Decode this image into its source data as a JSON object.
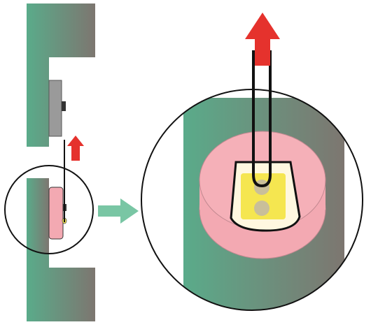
{
  "diagram": {
    "colors": {
      "background": "#ffffff",
      "wall_left": "#5aab8a",
      "wall_right": "#7d7670",
      "grey_block": "#9a9a9a",
      "pink": "#f3a9b2",
      "pink_light": "#f5b0b8",
      "yellow": "#f5e650",
      "ball": "#c9bf9a",
      "arrow_red": "#e5322d",
      "arrow_green": "#79c6a4",
      "outline": "#111111",
      "cream": "#fff8e0"
    },
    "icons": [
      "upward-arrow-small",
      "upward-arrow-large",
      "zoom-arrow-right",
      "magnifier-circle"
    ]
  }
}
